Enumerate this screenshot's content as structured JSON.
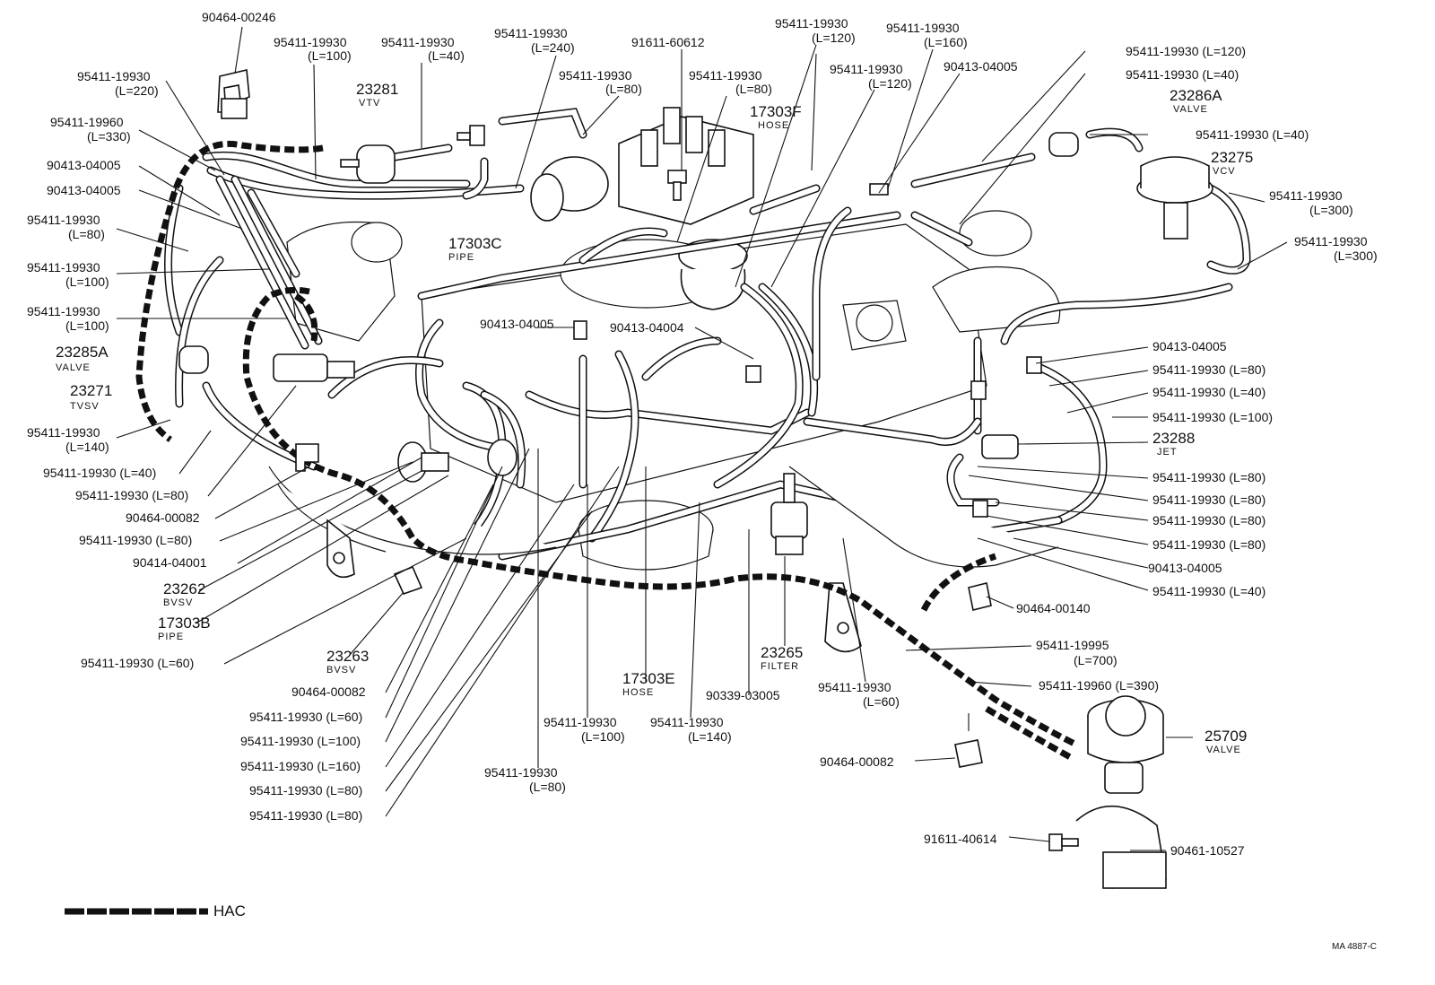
{
  "labels": {
    "l01": {
      "a": "90464-00246",
      "b": ""
    },
    "l02": {
      "a": "95411-19930",
      "b": "(L=100)"
    },
    "l03": {
      "a": "95411-19930",
      "b": "(L=40)"
    },
    "l04": {
      "a": "95411-19930",
      "b": "(L=240)"
    },
    "l05": {
      "a": "91611-60612",
      "b": ""
    },
    "l06": {
      "a": "95411-19930",
      "b": "(L=80)"
    },
    "l07": {
      "a": "95411-19930",
      "b": "(L=80)"
    },
    "l08": {
      "a": "95411-19930",
      "b": "(L=120)"
    },
    "l09": {
      "a": "95411-19930",
      "b": "(L=160)"
    },
    "l10": {
      "a": "95411-19930",
      "b": "(L=120)"
    },
    "l11": {
      "a": "90413-04005",
      "b": ""
    },
    "l12": {
      "a": "95411-19930 (L=120)",
      "b": ""
    },
    "l13": {
      "a": "95411-19930 (L=40)",
      "b": ""
    },
    "l14": {
      "a": "95411-19930",
      "b": "(L=220)"
    },
    "l15": {
      "a": "95411-19960",
      "b": "(L=330)"
    },
    "l16": {
      "a": "90413-04005",
      "b": ""
    },
    "l17": {
      "a": "90413-04005",
      "b": ""
    },
    "l18": {
      "a": "95411-19930",
      "b": "(L=80)"
    },
    "l19": {
      "a": "95411-19930",
      "b": "(L=100)"
    },
    "l20": {
      "a": "95411-19930",
      "b": "(L=100)"
    },
    "l21": {
      "a": "95411-19930",
      "b": "(L=140)"
    },
    "l22": {
      "a": "95411-19930 (L=40)",
      "b": ""
    },
    "l23": {
      "a": "95411-19930 (L=80)",
      "b": ""
    },
    "l24": {
      "a": "90464-00082",
      "b": ""
    },
    "l25": {
      "a": "95411-19930 (L=80)",
      "b": ""
    },
    "l26": {
      "a": "90414-04001",
      "b": ""
    },
    "l27": {
      "a": "95411-19930 (L=60)",
      "b": ""
    },
    "l28": {
      "a": "90464-00082",
      "b": ""
    },
    "l29": {
      "a": "95411-19930 (L=60)",
      "b": ""
    },
    "l30": {
      "a": "95411-19930 (L=100)",
      "b": ""
    },
    "l31": {
      "a": "95411-19930 (L=160)",
      "b": ""
    },
    "l32": {
      "a": "95411-19930 (L=80)",
      "b": ""
    },
    "l33": {
      "a": "95411-19930 (L=80)",
      "b": ""
    },
    "l34": {
      "a": "95411-19930",
      "b": "(L=80)"
    },
    "l35": {
      "a": "95411-19930",
      "b": "(L=100)"
    },
    "l36": {
      "a": "95411-19930",
      "b": "(L=140)"
    },
    "l37": {
      "a": "90339-03005",
      "b": ""
    },
    "l38": {
      "a": "95411-19930",
      "b": "(L=60)"
    },
    "l39": {
      "a": "90413-04005",
      "b": ""
    },
    "l40": {
      "a": "90413-04004",
      "b": ""
    },
    "l41": {
      "a": "95411-19930 (L=40)",
      "b": ""
    },
    "l42": {
      "a": "95411-19930",
      "b": "(L=300)"
    },
    "l43": {
      "a": "95411-19930",
      "b": "(L=300)"
    },
    "l44": {
      "a": "90413-04005",
      "b": ""
    },
    "l45": {
      "a": "95411-19930 (L=80)",
      "b": ""
    },
    "l46": {
      "a": "95411-19930 (L=40)",
      "b": ""
    },
    "l47": {
      "a": "95411-19930 (L=100)",
      "b": ""
    },
    "l48": {
      "a": "95411-19930 (L=80)",
      "b": ""
    },
    "l49": {
      "a": "95411-19930 (L=80)",
      "b": ""
    },
    "l50": {
      "a": "95411-19930 (L=80)",
      "b": ""
    },
    "l51": {
      "a": "95411-19930 (L=80)",
      "b": ""
    },
    "l52": {
      "a": "90413-04005",
      "b": ""
    },
    "l53": {
      "a": "95411-19930 (L=40)",
      "b": ""
    },
    "l54": {
      "a": "90464-00140",
      "b": ""
    },
    "l55": {
      "a": "95411-19995",
      "b": "(L=700)"
    },
    "l56": {
      "a": "95411-19960 (L=390)",
      "b": ""
    },
    "l57": {
      "a": "90464-00082",
      "b": ""
    },
    "l58": {
      "a": "91611-40614",
      "b": ""
    },
    "l59": {
      "a": "90461-10527",
      "b": ""
    }
  },
  "parts": {
    "p01": {
      "num": "23281",
      "name": "VTV"
    },
    "p02": {
      "num": "17303F",
      "name": "HOSE"
    },
    "p03": {
      "num": "17303C",
      "name": "PIPE"
    },
    "p04": {
      "num": "23286A",
      "name": "VALVE"
    },
    "p05": {
      "num": "23275",
      "name": "VCV"
    },
    "p06": {
      "num": "23285A",
      "name": "VALVE"
    },
    "p07": {
      "num": "23271",
      "name": "TVSV"
    },
    "p08": {
      "num": "23288",
      "name": "JET"
    },
    "p09": {
      "num": "23262",
      "name": "BVSV"
    },
    "p10": {
      "num": "17303B",
      "name": "PIPE"
    },
    "p11": {
      "num": "23263",
      "name": "BVSV"
    },
    "p12": {
      "num": "17303E",
      "name": "HOSE"
    },
    "p13": {
      "num": "23265",
      "name": "FILTER"
    },
    "p14": {
      "num": "25709",
      "name": "VALVE"
    }
  },
  "legend": {
    "label": "HAC"
  },
  "footer": {
    "code": "MA 4887-C"
  }
}
